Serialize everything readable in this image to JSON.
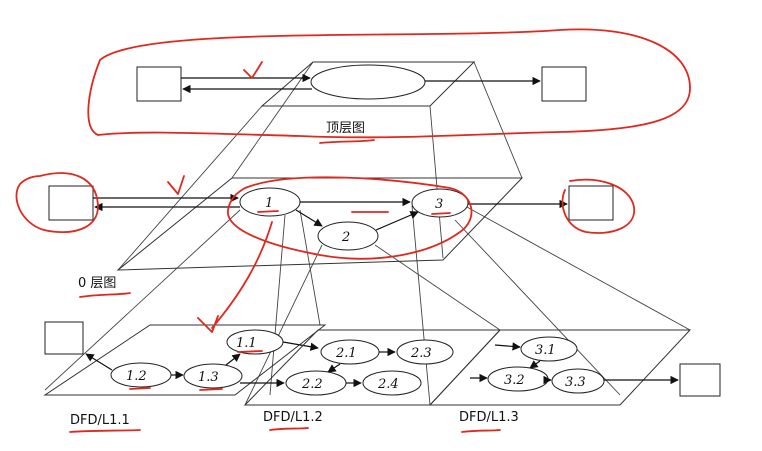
{
  "levels": {
    "top": {
      "label": "顶层图"
    },
    "zero": {
      "label": "0 层图",
      "nodes": [
        "1",
        "2",
        "3"
      ]
    },
    "l11": {
      "label": "DFD/L1.1",
      "nodes": [
        "1.1",
        "1.2",
        "1.3"
      ]
    },
    "l12": {
      "label": "DFD/L1.2",
      "nodes": [
        "2.1",
        "2.2",
        "2.3",
        "2.4"
      ]
    },
    "l13": {
      "label": "DFD/L1.3",
      "nodes": [
        "3.1",
        "3.2",
        "3.3"
      ]
    }
  },
  "colors": {
    "line": "#222222",
    "annotation": "#e0281e",
    "background": "#ffffff"
  }
}
